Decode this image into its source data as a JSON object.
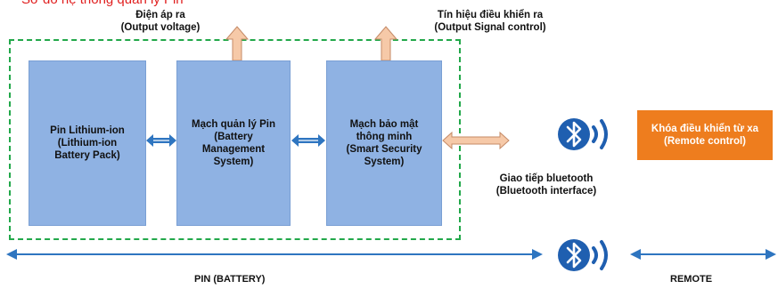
{
  "header_partial": "Sơ đồ hệ thống quản lý Pin",
  "output_voltage": {
    "line1": "Điện áp ra",
    "line2": "(Output voltage)"
  },
  "output_signal": {
    "line1": "Tín hiệu điều khiển ra",
    "line2": "(Output Signal control)"
  },
  "battery_pack": {
    "line1": "Pin Lithium-ion",
    "line2": "(Lithium-ion",
    "line3": "Battery Pack)"
  },
  "bms": {
    "line1": "Mạch quản lý Pin",
    "line2": "(Battery",
    "line3": "Management",
    "line4": "System)"
  },
  "security": {
    "line1": "Mạch bảo mật",
    "line2": "thông minh",
    "line3": "(Smart Security",
    "line4": "System)"
  },
  "bluetooth_interface": {
    "line1": "Giao tiếp bluetooth",
    "line2": "(Bluetooth interface)"
  },
  "remote_control": {
    "line1": "Khóa điều khiển từ xa",
    "line2": "(Remote control)"
  },
  "bottom": {
    "left_label": "PIN (BATTERY)",
    "right_label": "REMOTE"
  },
  "colors": {
    "box_blue": "#8fb2e3",
    "arrow_blue": "#2e75c0",
    "arrow_peach": "#f6c9a8",
    "remote_orange": "#ee7d1e",
    "dashed_green": "#22a84a",
    "bluetooth_blue": "#1f5fb0"
  },
  "icons": [
    "bluetooth-icon",
    "bluetooth-icon"
  ]
}
